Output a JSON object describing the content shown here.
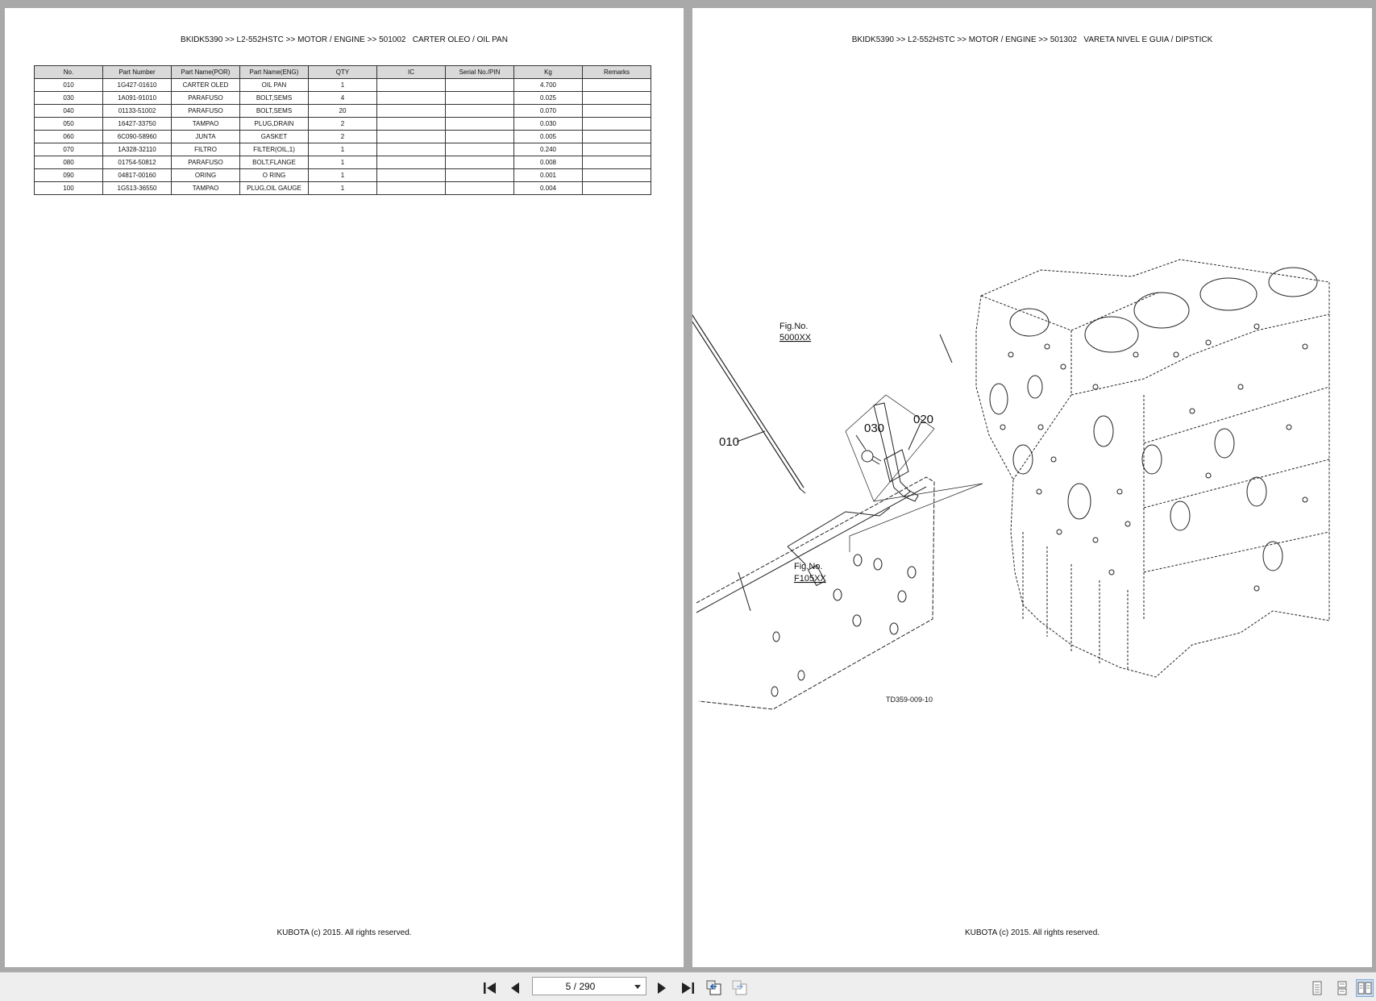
{
  "left_page": {
    "header": "BKIDK5390 >> L2-552HSTC >> MOTOR / ENGINE >> 501002   CARTER OLEO / OIL PAN",
    "table": {
      "columns": [
        "No.",
        "Part Number",
        "Part Name(POR)",
        "Part Name(ENG)",
        "QTY",
        "IC",
        "Serial No./PIN",
        "Kg",
        "Remarks"
      ],
      "rows": [
        [
          "010",
          "1G427-01610",
          "CARTER OLED",
          "OIL PAN",
          "1",
          "",
          "",
          "4.700",
          ""
        ],
        [
          "030",
          "1A091-91010",
          "PARAFUSO",
          "BOLT,SEMS",
          "4",
          "",
          "",
          "0.025",
          ""
        ],
        [
          "040",
          "01133-51002",
          "PARAFUSO",
          "BOLT,SEMS",
          "20",
          "",
          "",
          "0.070",
          ""
        ],
        [
          "050",
          "16427-33750",
          "TAMPAO",
          "PLUG,DRAIN",
          "2",
          "",
          "",
          "0.030",
          ""
        ],
        [
          "060",
          "6C090-58960",
          "JUNTA",
          "GASKET",
          "2",
          "",
          "",
          "0.005",
          ""
        ],
        [
          "070",
          "1A328-32110",
          "FILTRO",
          "FILTER(OIL,1)",
          "1",
          "",
          "",
          "0.240",
          ""
        ],
        [
          "080",
          "01754-50812",
          "PARAFUSO",
          "BOLT,FLANGE",
          "1",
          "",
          "",
          "0.008",
          ""
        ],
        [
          "090",
          "04817-00160",
          "ORING",
          "O RING",
          "1",
          "",
          "",
          "0.001",
          ""
        ],
        [
          "100",
          "1G513-36550",
          "TAMPAO",
          "PLUG,OIL GAUGE",
          "1",
          "",
          "",
          "0.004",
          ""
        ]
      ]
    },
    "footer": "KUBOTA (c) 2015. All rights reserved."
  },
  "right_page": {
    "header": "BKIDK5390 >> L2-552HSTC >> MOTOR / ENGINE >> 501302   VARETA NIVEL E GUIA / DIPSTICK",
    "drawing": {
      "callouts": [
        "010",
        "020",
        "030"
      ],
      "fig_ref_1": "Fig.No.",
      "fig_ref_1_num": "5000XX",
      "fig_ref_2": "Fig.No.",
      "fig_ref_2_num": "F105XX",
      "drawing_id": "TD359-009-10"
    },
    "footer": "KUBOTA (c) 2015. All rights reserved."
  },
  "toolbar": {
    "page_indicator": "5 / 290",
    "icons": [
      "first-page-icon",
      "previous-page-icon",
      "next-page-icon",
      "last-page-icon",
      "go-back-icon",
      "go-forward-icon",
      "single-page-view-icon",
      "continuous-view-icon",
      "two-page-view-icon"
    ]
  }
}
